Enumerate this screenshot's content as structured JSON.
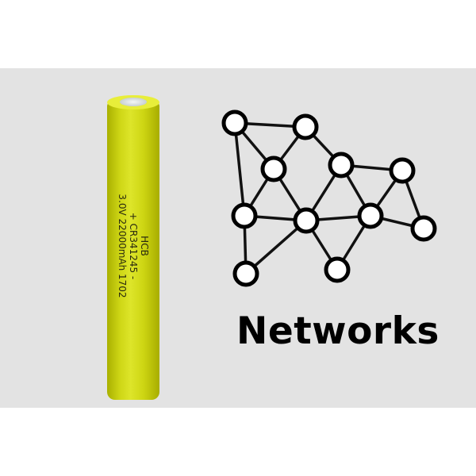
{
  "battery": {
    "brand": "HCB",
    "model": "+ CR341245 -",
    "specs": "3.0V 22000mAh 1702",
    "color": "#cfd716"
  },
  "network_icon": "network-graph-icon",
  "title": "Networks"
}
